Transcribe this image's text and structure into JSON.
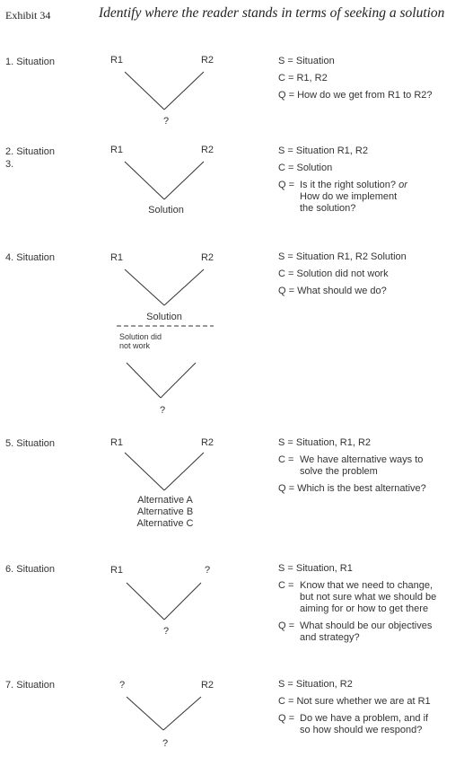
{
  "header": {
    "exhibit": "Exhibit 34",
    "title": "Identify where the reader stands in terms of seeking a solution"
  },
  "rows": [
    {
      "label": "1. Situation",
      "r_left": "R1",
      "r_right": "R2",
      "bottom": "?",
      "s": "S = Situation",
      "c": "C = R1, R2",
      "q": "Q = How do we get from R1 to R2?"
    },
    {
      "label": "2. Situation\n3.",
      "r_left": "R1",
      "r_right": "R2",
      "bottom": "Solution",
      "s": "S = Situation R1, R2",
      "c": "C = Solution",
      "q_key": "Q =",
      "q_part1": "Is it the right solution?",
      "q_or": "or",
      "q_part2": "How do we implement\nthe solution?"
    },
    {
      "label": "4. Situation",
      "r_left": "R1",
      "r_right": "R2",
      "bottom": "Solution",
      "note": "Solution did\nnot work",
      "bottom2": "?",
      "s": "S = Situation R1, R2 Solution",
      "c": "C = Solution did not work",
      "q": "Q = What should we do?"
    },
    {
      "label": "5. Situation",
      "r_left": "R1",
      "r_right": "R2",
      "alt_a": "Alternative A",
      "alt_b": "Alternative B",
      "alt_c": "Alternative C",
      "s": "S = Situation, R1, R2",
      "c_key": "C =",
      "c_val": "We have alternative ways to\nsolve the problem",
      "q": "Q = Which is the best alternative?"
    },
    {
      "label": "6. Situation",
      "r_left": "R1",
      "r_right": "?",
      "bottom": "?",
      "s": "S = Situation, R1",
      "c_key": "C =",
      "c_val": "Know that we need to change,\nbut not sure what we should be\naiming for or how to get there",
      "q_key": "Q =",
      "q_val": "What should be our objectives\nand strategy?"
    },
    {
      "label": "7. Situation",
      "r_left": "?",
      "r_right": "R2",
      "bottom": "?",
      "s": "S = Situation, R2",
      "c": "C = Not sure whether we are at R1",
      "q_key": "Q =",
      "q_val": "Do we have a problem, and if\nso how should we respond?"
    }
  ]
}
